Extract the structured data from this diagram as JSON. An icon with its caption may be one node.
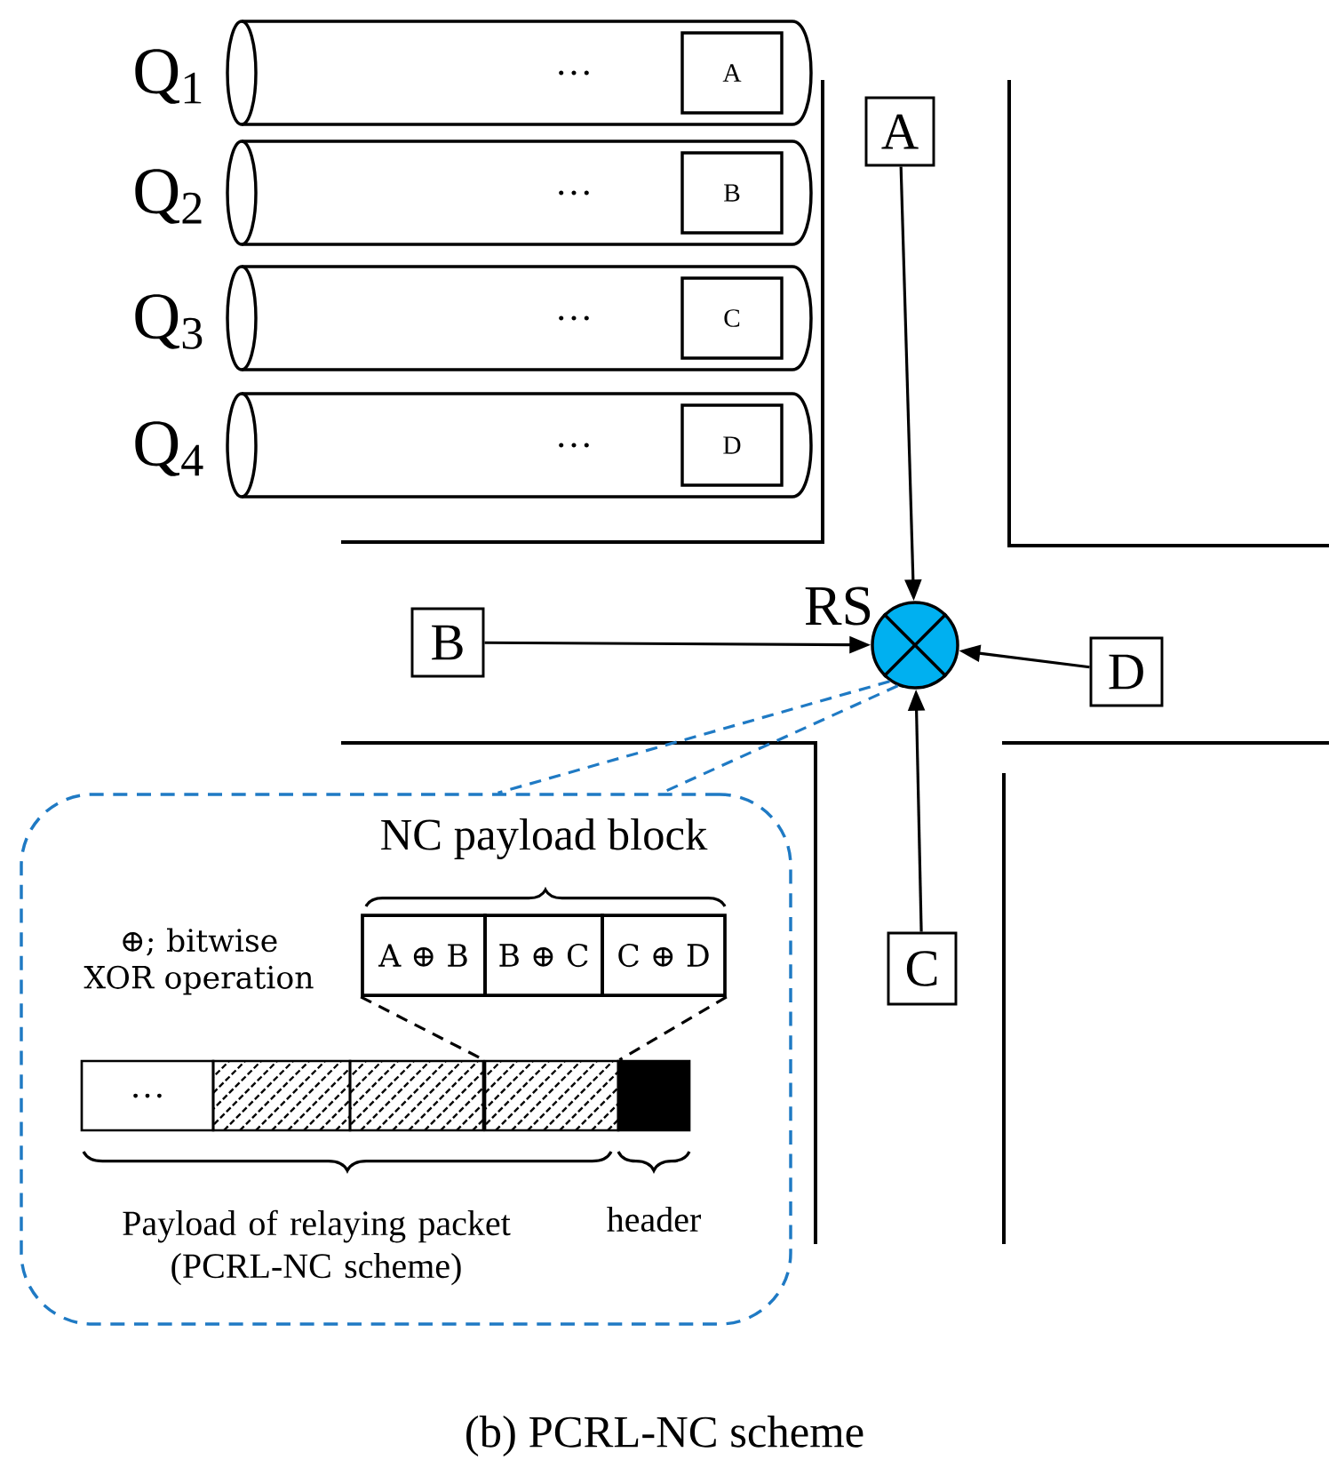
{
  "diagram": {
    "caption": "(b) PCRL-NC scheme",
    "nodes": [
      {
        "text": [
          "…"
        ],
        "beside": [
          "Q$_{1}$"
        ]
      },
      {
        "text": [
          "A"
        ],
        "in": 0
      },
      {
        "text": [
          "…"
        ],
        "beside": [
          "Q$_{2}$"
        ]
      },
      {
        "text": [
          "B"
        ],
        "in": 2
      },
      {
        "text": [
          "…"
        ],
        "beside": [
          "Q$_{3}$"
        ]
      },
      {
        "text": [
          "C"
        ],
        "in": 4
      },
      {
        "text": [
          "…"
        ],
        "beside": [
          "Q$_{4}$"
        ]
      },
      {
        "text": [
          "D"
        ],
        "in": 6
      },
      {
        "text": [
          "A"
        ]
      },
      {
        "text": [
          "B"
        ]
      },
      {
        "text": [
          "D"
        ]
      },
      {
        "text": [
          "C"
        ]
      },
      {
        "text": [],
        "shape": "circle",
        "beside": [
          "RS"
        ]
      },
      {
        "text": [],
        "shape": "box"
      },
      {
        "text": [
          "A ⊕ B"
        ],
        "in": 13
      },
      {
        "text": [
          "B ⊕ C"
        ],
        "in": 13
      },
      {
        "text": [
          "C ⊕ D"
        ],
        "in": 13
      },
      {
        "text": [
          "…"
        ],
        "in": 13
      },
      {
        "text": [],
        "shape": "bar",
        "in": 13
      },
      {
        "text": [],
        "shape": "bar",
        "in": 13
      },
      {
        "text": [],
        "shape": "bar",
        "in": 13
      },
      {
        "text": [],
        "shape": "bar",
        "in": 13
      }
    ],
    "edges": [
      {
        "from": 8,
        "to": 12,
        "arrow": "to"
      },
      {
        "from": 9,
        "to": 12,
        "arrow": "to"
      },
      {
        "from": 10,
        "to": 12,
        "arrow": "to"
      },
      {
        "from": 11,
        "to": 12,
        "arrow": "to"
      },
      {
        "from": 12,
        "to": 13,
        "arrow": "none",
        "style": "dashed",
        "color": "#1f7ac4"
      },
      {
        "from": 12,
        "to": 13,
        "arrow": "none",
        "style": "dashed",
        "color": "#1f7ac4"
      },
      {
        "from": 14,
        "to": 20,
        "arrow": "none",
        "style": "dashed"
      },
      {
        "from": 16,
        "to": 20,
        "arrow": "none",
        "style": "dashed"
      }
    ],
    "labels": [
      "NC payload block",
      "⊕; bitwise XOR operation",
      "Payload of relaying packet (PCRL-NC scheme)",
      "header"
    ]
  }
}
